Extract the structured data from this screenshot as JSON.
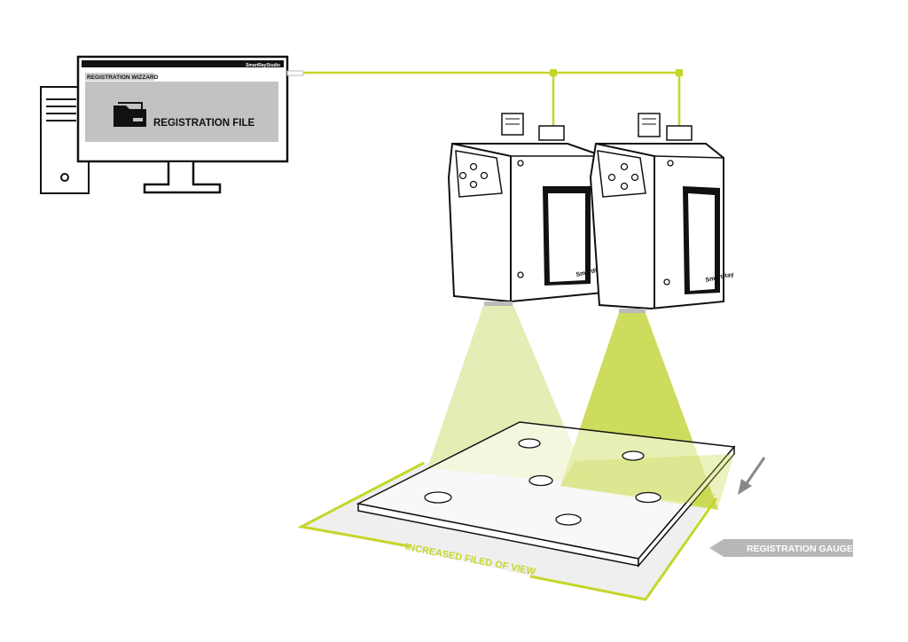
{
  "monitor": {
    "app_title": "SmartRayStudio",
    "wizard_title": "REGISTRATION WIZZARD",
    "file_label": "REGISTRATION FILE",
    "folder_icon": "folder-icon"
  },
  "labels": {
    "registration_gauge": "REGISTRATION GAUGE",
    "increased_fov": "INCREASED FILED OF VIEW"
  },
  "sensors": [
    {
      "brand": "SmartRay"
    },
    {
      "brand": "SmartRay"
    }
  ],
  "colors": {
    "accent": "#c5d62a",
    "beam_light": "#e6ecb5",
    "beam_strong": "#c8d84a",
    "gray": "#b8b8b8",
    "line": "#111111"
  }
}
